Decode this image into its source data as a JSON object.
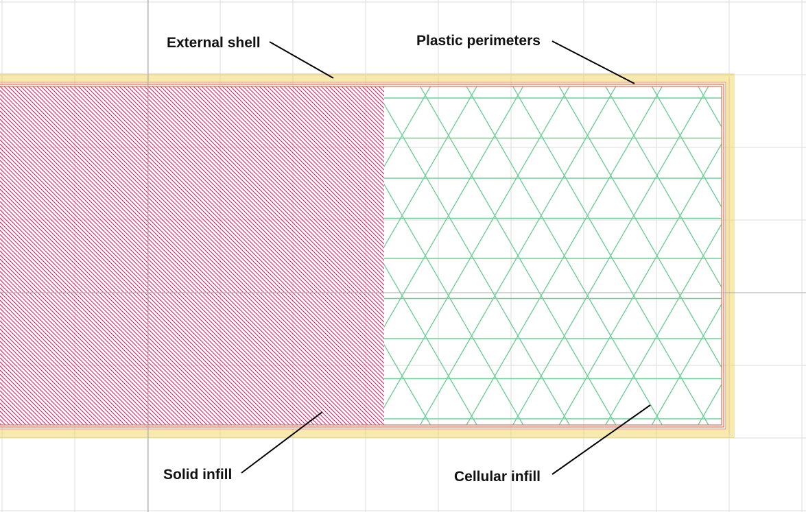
{
  "labels": {
    "external_shell": "External shell",
    "plastic_perimeters": "Plastic perimeters",
    "solid_infill": "Solid infill",
    "cellular_infill": "Cellular infill"
  },
  "colors": {
    "background": "#ffffff",
    "grid": "#dcdcdc",
    "axis": "#a8a8a8",
    "external_shell": "#f2d35c",
    "perimeter": "#e0785a",
    "perimeter_outer": "#f0a070",
    "solid_infill": "#d81b60",
    "cellular_infill": "#6fcf97",
    "leader_line": "#000000"
  },
  "regions": {
    "solid_infill": "diagonal-hatch",
    "cellular_infill": "triangular-lattice"
  }
}
